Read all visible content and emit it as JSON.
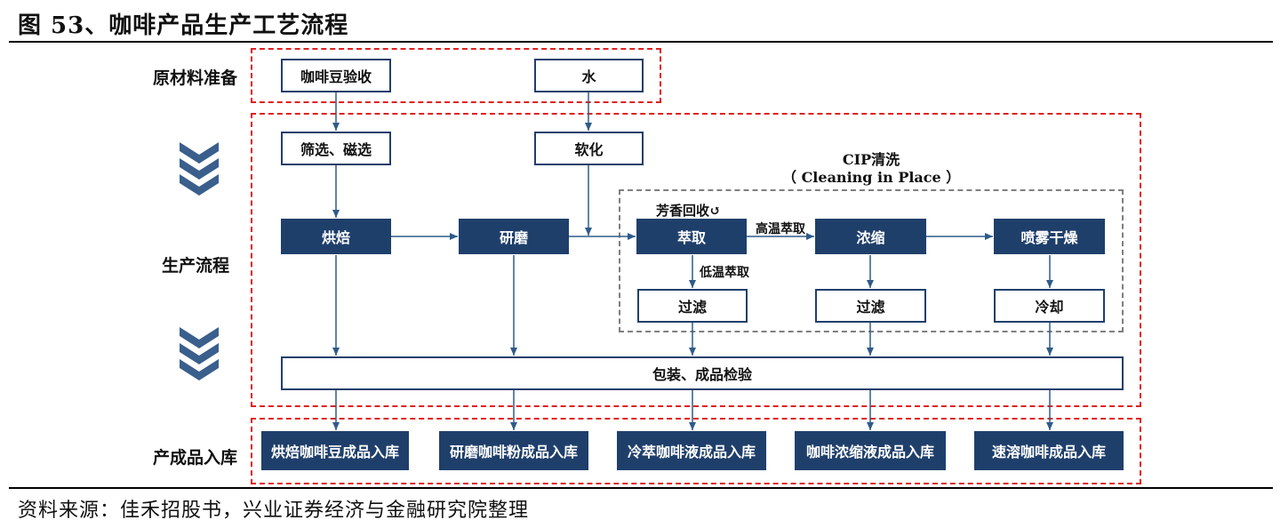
{
  "title": "图 53、咖啡产品生产工艺流程",
  "source": "资料来源：佳禾招股书，兴业证券经济与金融研究院整理",
  "row_labels": {
    "prep": "原材料准备",
    "production": "生产流程",
    "warehouse": "产成品入库"
  },
  "boxes": {
    "bean_check": "咖啡豆验收",
    "water": "水",
    "screening": "筛选、磁选",
    "softening": "软化",
    "roasting": "烘焙",
    "grinding": "研磨",
    "extraction": "萃取",
    "concentration": "浓缩",
    "spray_dry": "喷雾干燥",
    "filter1": "过滤",
    "filter2": "过滤",
    "cooling": "冷却",
    "packaging": "包装、成品检验"
  },
  "products": [
    "烘焙咖啡豆成品入库",
    "研磨咖啡粉成品入库",
    "冷萃咖啡液成品入库",
    "咖啡浓缩液成品入库",
    "速溶咖啡成品入库"
  ],
  "notes": {
    "aroma": "芳香回收↺",
    "high_temp": "高温萃取",
    "low_temp": "低温萃取"
  },
  "cip": {
    "line1": "CIP清洗",
    "line2": "（ Cleaning in Place ）"
  },
  "colors": {
    "dark_blue": "#1f3f6b",
    "red_dash": "#e02020",
    "gray_dash": "#7f7f7f"
  }
}
